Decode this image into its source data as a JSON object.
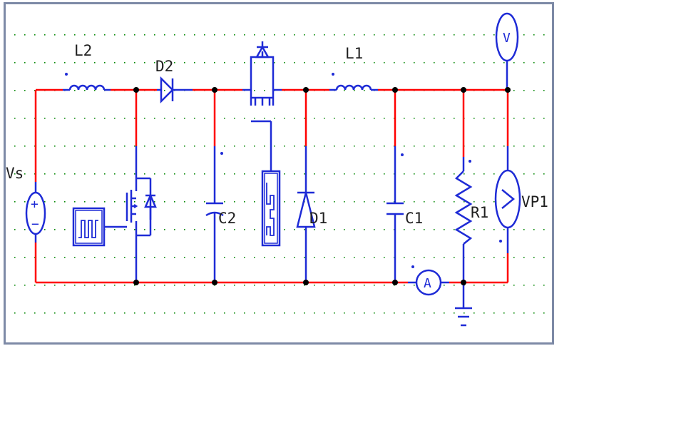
{
  "labels": {
    "vs": "Vs",
    "l2": "L2",
    "d2": "D2",
    "l1": "L1",
    "c2": "C2",
    "d1": "D1",
    "c1": "C1",
    "r1": "R1",
    "vp1": "VP1",
    "voltmeter": "V",
    "ammeter": "A"
  },
  "source_sign": {
    "plus": "+",
    "minus": "−"
  },
  "colors": {
    "wire": "#ff0000",
    "component": "#1e2bd6",
    "node": "#000000",
    "grid_dot": "#0a8a0a",
    "window_border": "#7d8aa6"
  }
}
